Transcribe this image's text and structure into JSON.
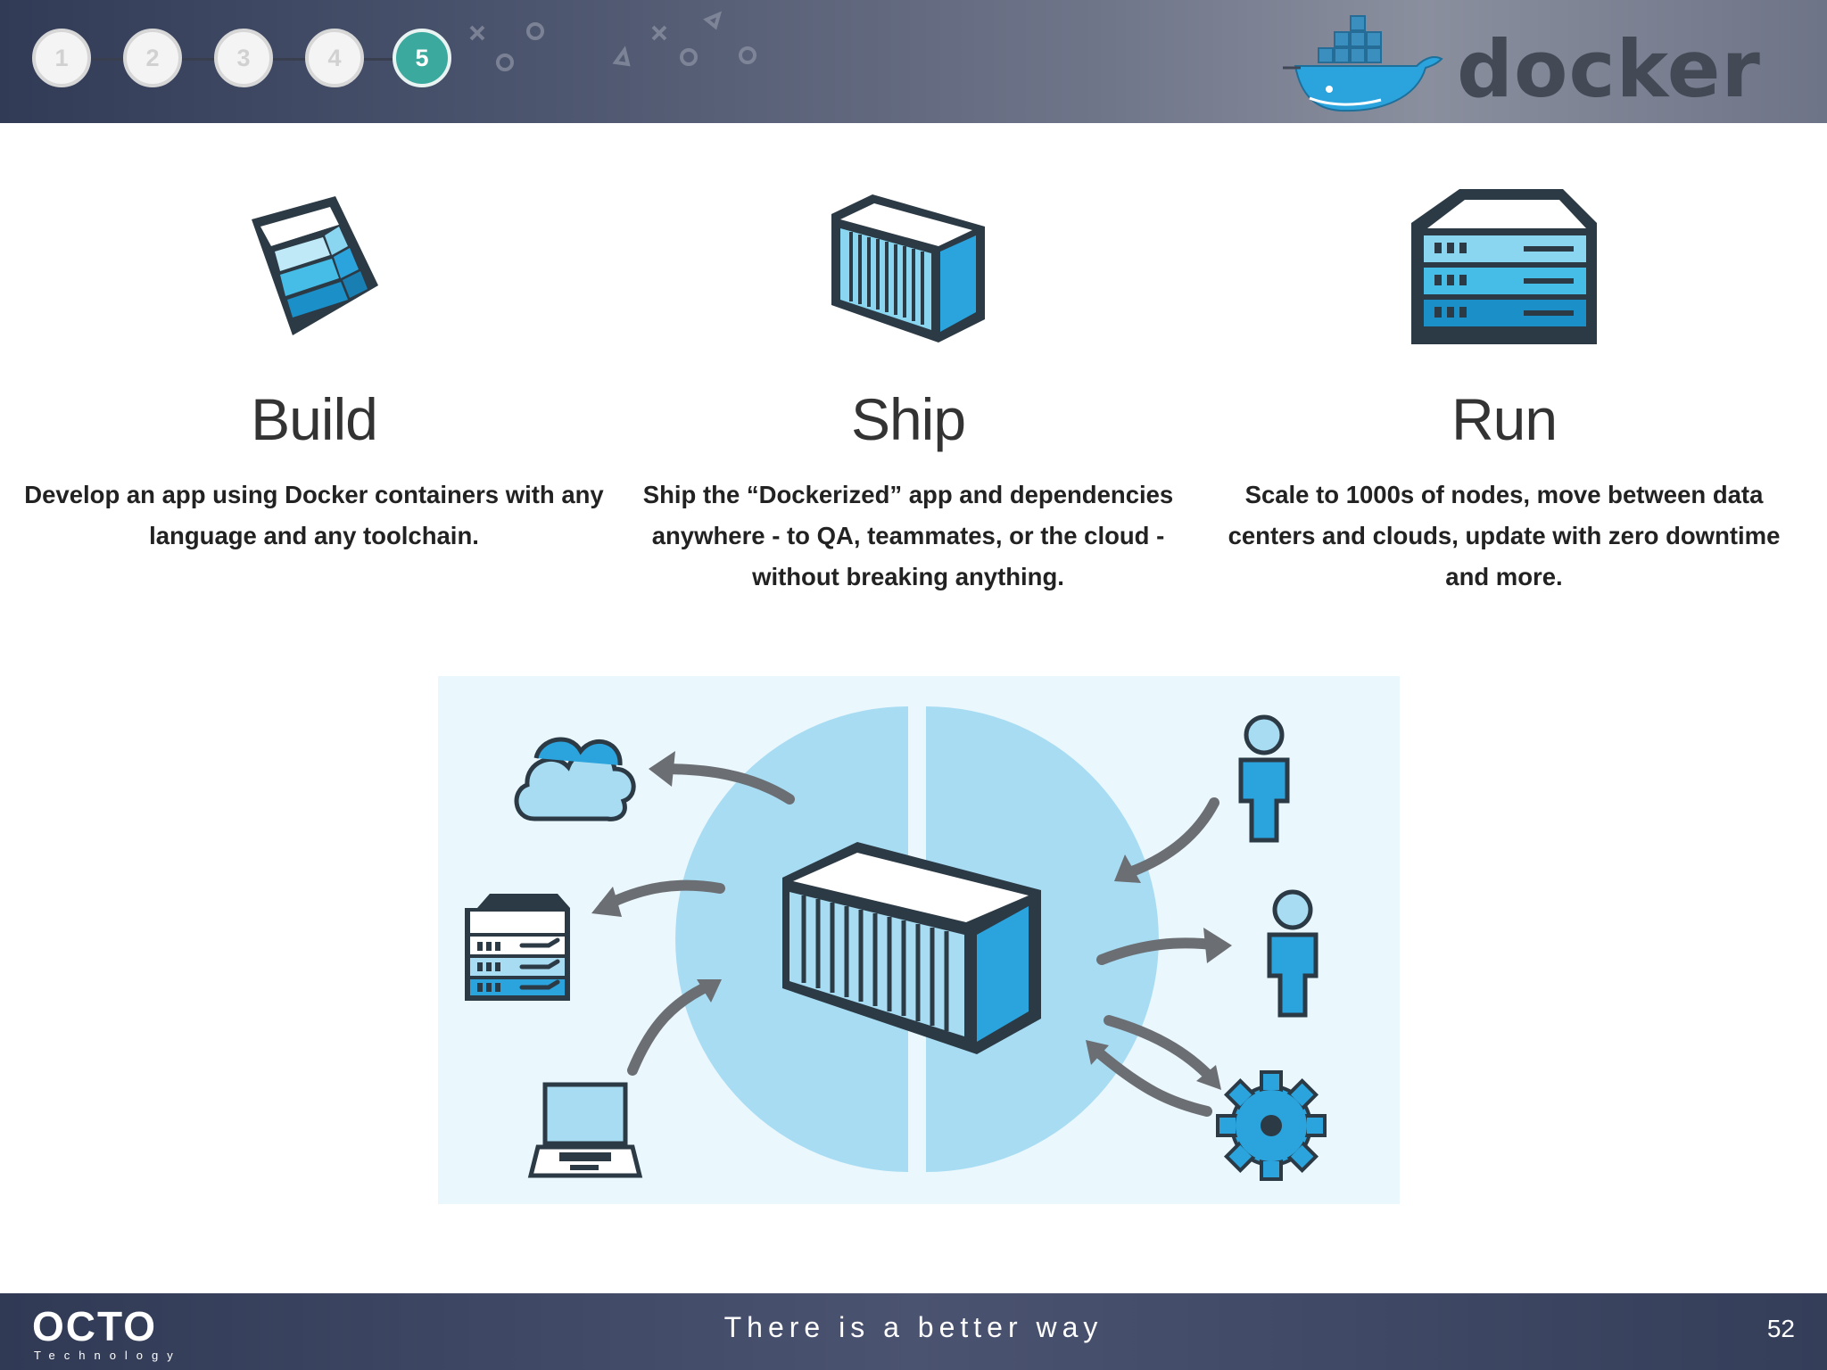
{
  "header": {
    "steps": [
      {
        "label": "1",
        "active": false
      },
      {
        "label": "2",
        "active": false
      },
      {
        "label": "3",
        "active": false
      },
      {
        "label": "4",
        "active": false
      },
      {
        "label": "5",
        "active": true
      }
    ],
    "brand": "docker"
  },
  "pillars": [
    {
      "title": "Build",
      "icon": "layers-cube-icon",
      "text": "Develop an app using Docker containers with any language and any toolchain."
    },
    {
      "title": "Ship",
      "icon": "shipping-container-icon",
      "text": "Ship the “Dockerized” app and dependencies anywhere - to QA, teammates, or the cloud - without breaking anything."
    },
    {
      "title": "Run",
      "icon": "server-rack-icon",
      "text": "Scale to 1000s of nodes, move between data centers and clouds, update with zero downtime and more."
    }
  ],
  "diagram": {
    "icons": [
      "cloud-icon",
      "server-icon",
      "laptop-icon",
      "container-icon",
      "person-icon",
      "person-icon",
      "gear-icon"
    ]
  },
  "footer": {
    "logo": "OCTO",
    "logo_sub": "Technology",
    "tagline": "There is a better way",
    "page_number": "52"
  },
  "colors": {
    "accent": "#3ba99e",
    "docker_blue": "#2ba3dd",
    "light_blue": "#a8dcf3",
    "dark_outline": "#2b3a45"
  }
}
